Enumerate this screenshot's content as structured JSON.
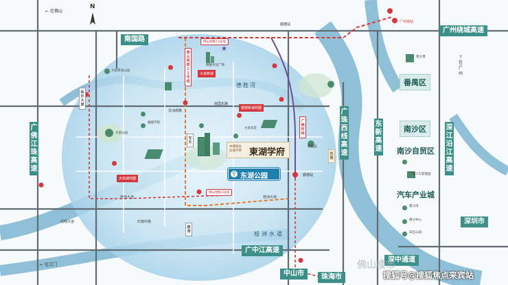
{
  "map": {
    "project": {
      "developer_line1": "中建御台",
      "developer_line2": "东湖学府",
      "name": "東湖学府"
    },
    "highlight_park": "东湖公园",
    "roads": {
      "nanguo": "南国路",
      "guangfo_jiangzhu": "广佛江珠高速",
      "guangzhou_ring": "广州绕城高速",
      "dongxin": "东新高速",
      "guangzhou_west2": "广珠西线高速",
      "guangzhou_yanjiang": "深江沿江高速",
      "guangzhong_jiang": "广中江高速",
      "zhongshan_city": "中山市",
      "zhuhai_city": "珠海市",
      "shenzhen_city": "深圳市",
      "shenzhong": "深中通道"
    },
    "districts": {
      "panyu": "番禺区",
      "nansha": "南沙区",
      "nansha_ftz": "南沙自贸区",
      "auto_industry": "汽车产业城"
    },
    "directions": {
      "to_foshan": "往佛山",
      "to_guangzhou": "往广州",
      "to_jiangmen": "往江门"
    },
    "water": {
      "desheng_river": "德胜河",
      "guizhou_water": "桂洲水道"
    },
    "stations": {
      "guangzhou_south": "广州南站",
      "shunde": "顺德站",
      "shunde2": "顺德站"
    },
    "pois": {
      "daliang_park": "大良公园",
      "daliang_new": "大良新城",
      "tianhe": "天佑城商圈",
      "lan_park": "大良荷池公园",
      "shunde_new": "顺德新城商圈",
      "daliang_east": "大良东区",
      "guizhou_ave": "桂洲大道",
      "guizhou_ave2": "桂洲大道",
      "hongqi_rd": "红旗中路",
      "dongfeng_ave": "凤翔大道",
      "dongle": "东乐",
      "shunde_port": "顺港",
      "nanguo_east": "南国东路",
      "foshan_metro11": "佛山地铁11号线",
      "foshan_metro3": "佛山地铁3号线",
      "guangfo_metro": "广佛环线",
      "hexiang": "和乐大道",
      "sugang": "苏岗",
      "desheng_culture": "德胜文化广场",
      "longxue": "龙洲南路",
      "bei_sheng": "顺德学院",
      "zhen_an": "碧桂园",
      "gz_ftz": "广东人工智能园",
      "nansha_bay": "南沙湾",
      "nansha_center": "南沙中心",
      "baishi": "白石公园",
      "nansha_port": "南沙港"
    },
    "watermark": "搜狐号@搜狐焦点来宾站",
    "faint_mark": "佛山楼市"
  },
  "colors": {
    "road_teal": "#3d8f8a",
    "river": "#7fb4d0",
    "circle": "#b9dcef",
    "accent_red": "#d4373c",
    "metro_orange": "#e07b30",
    "metro_purple": "#6c4ba0",
    "building_green": "#4a8b6f"
  }
}
